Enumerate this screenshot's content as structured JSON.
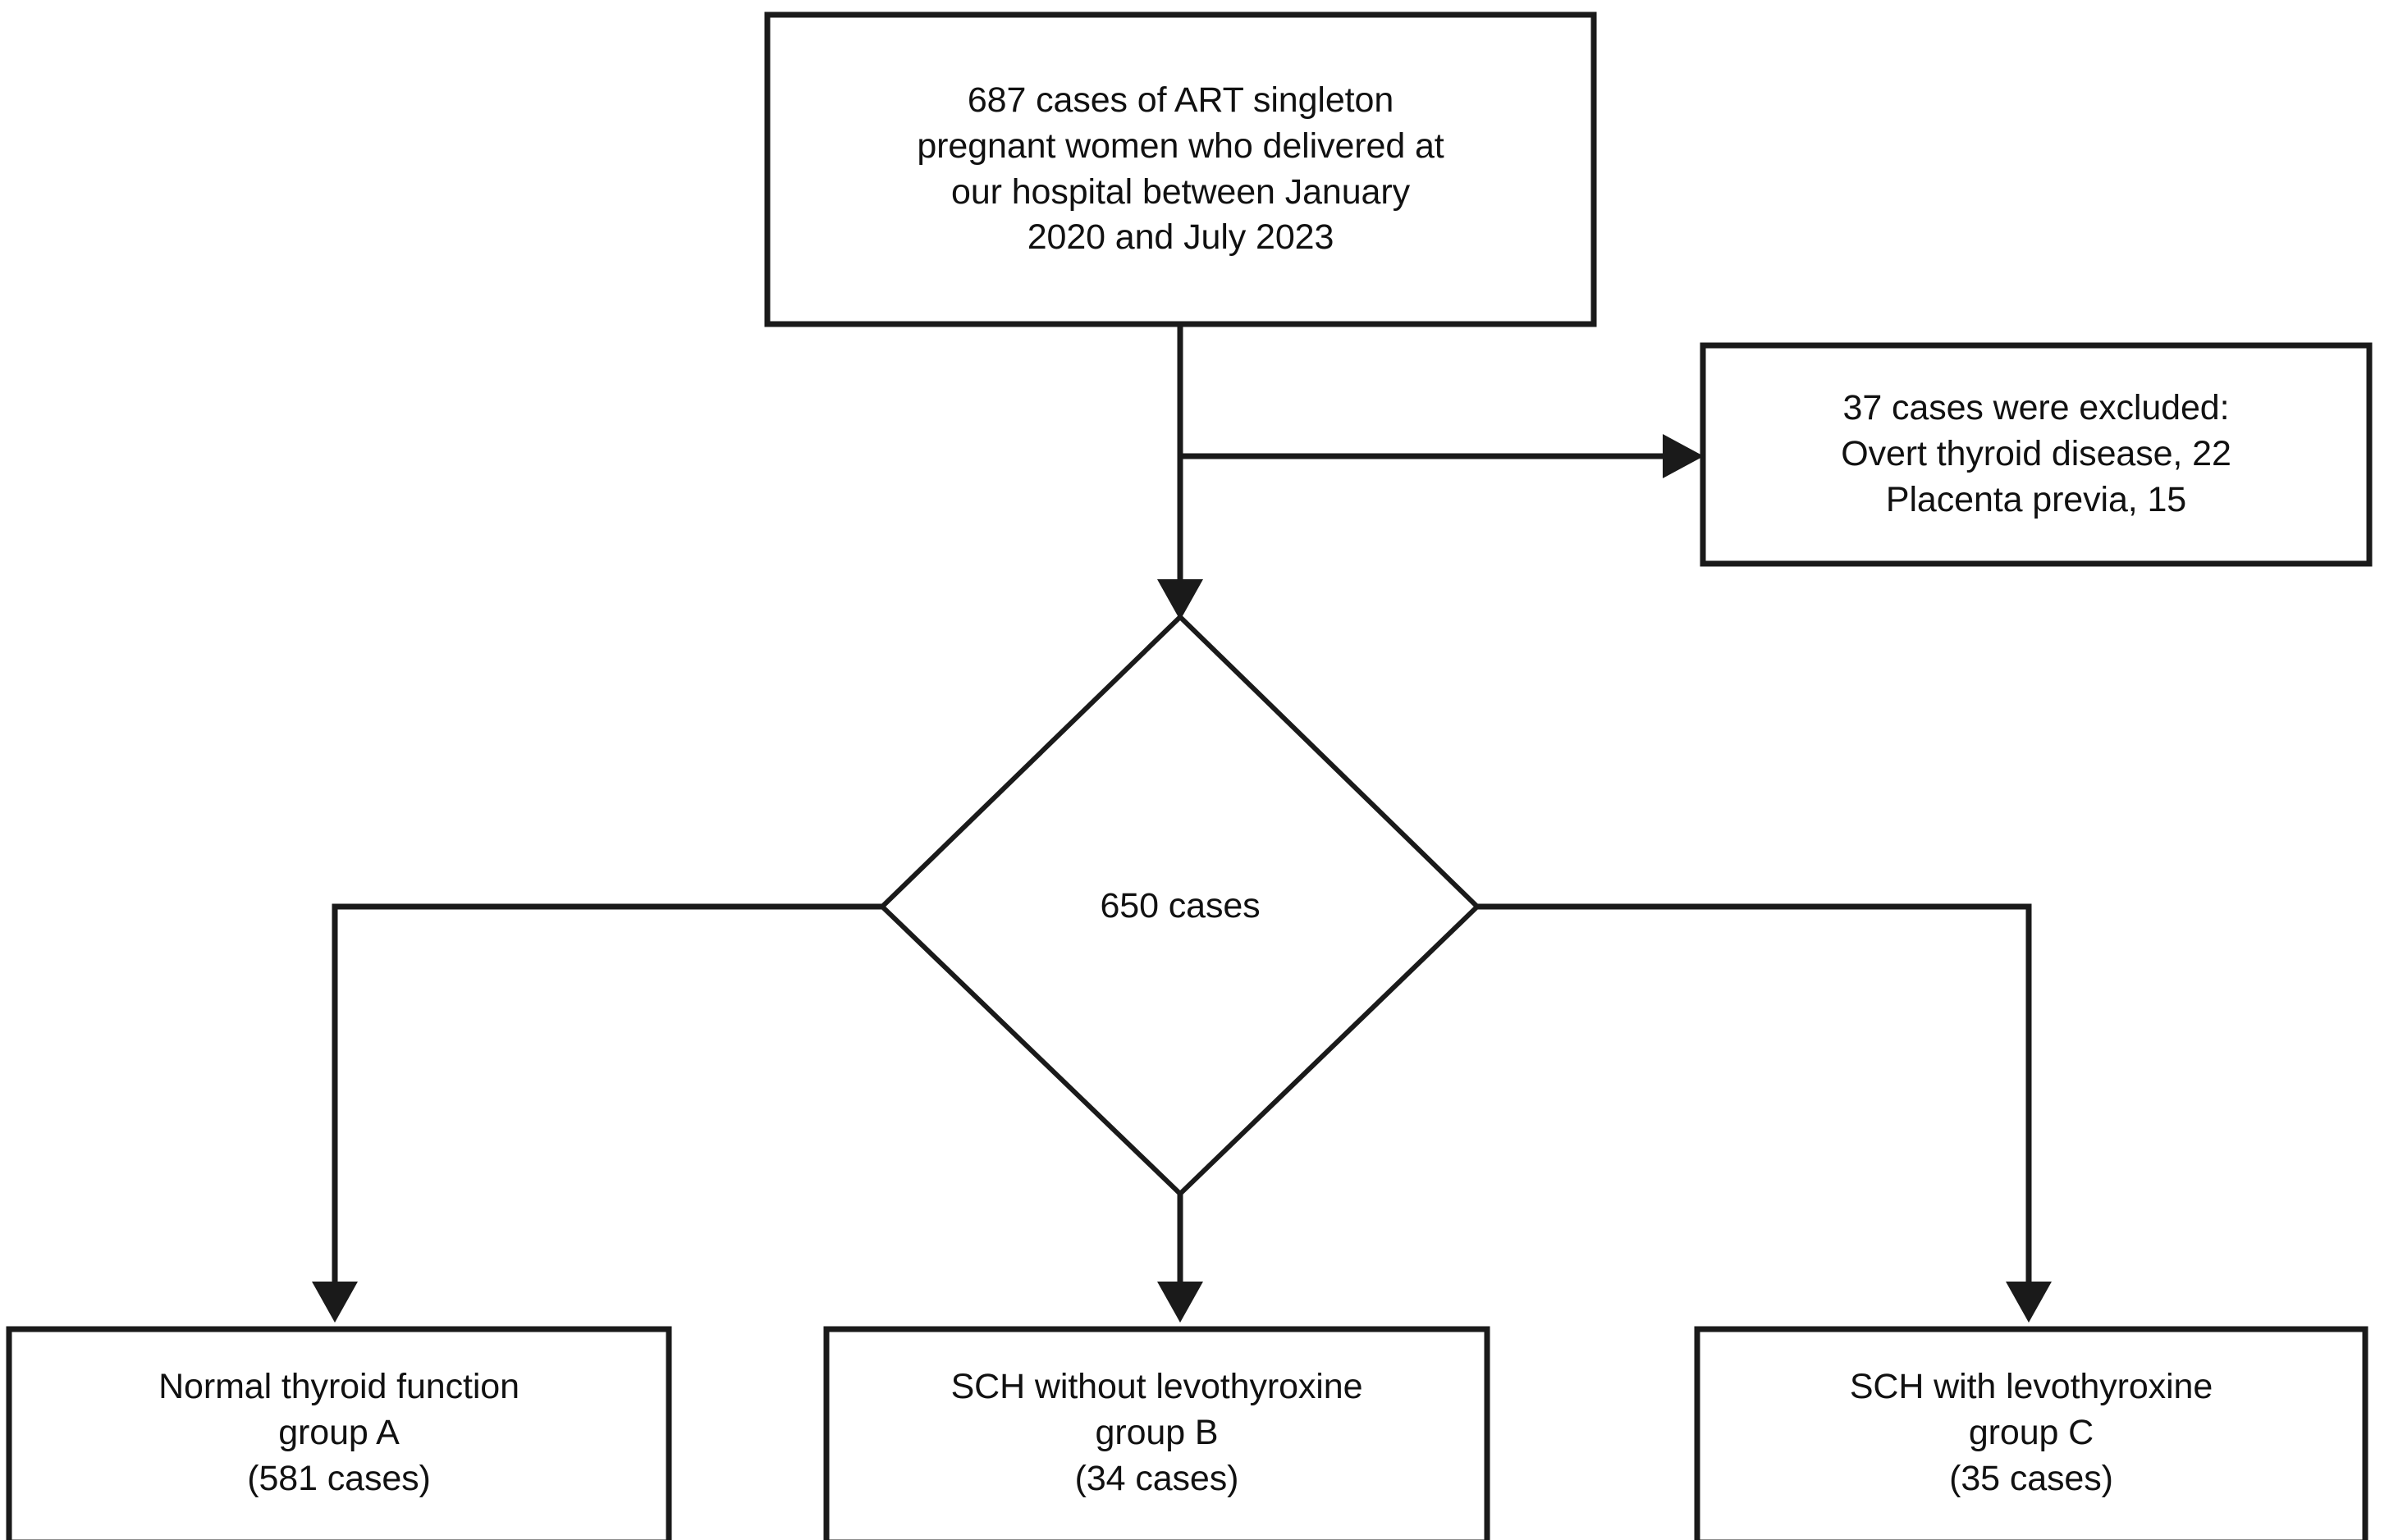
{
  "chart_data": {
    "type": "diagram",
    "diagram_type": "flowchart",
    "title": "Study participant flow diagram",
    "orientation": "top-to-bottom",
    "nodes": [
      {
        "id": "source",
        "shape": "rectangle",
        "lines": [
          "687 cases of ART singleton",
          "pregnant women who delivered at",
          "our hospital between January",
          "2020 and July 2023"
        ],
        "count": 687
      },
      {
        "id": "excluded",
        "shape": "rectangle",
        "lines": [
          "37 cases were excluded:",
          "Overt thyroid disease, 22",
          "Placenta previa, 15"
        ],
        "count": 37
      },
      {
        "id": "eligible",
        "shape": "diamond",
        "lines": [
          "650 cases"
        ],
        "count": 650
      },
      {
        "id": "group-a",
        "shape": "rectangle",
        "lines": [
          "Normal thyroid function",
          "group A",
          "(581 cases)"
        ],
        "count": 581
      },
      {
        "id": "group-b",
        "shape": "rectangle",
        "lines": [
          "SCH without levothyroxine",
          "group B",
          "(34 cases)"
        ],
        "count": 34
      },
      {
        "id": "group-c",
        "shape": "rectangle",
        "lines": [
          "SCH with levothyroxine",
          "group C",
          "(35 cases)"
        ],
        "count": 35
      }
    ],
    "edges": [
      {
        "from": "source",
        "to": "eligible",
        "arrow": true
      },
      {
        "from": "source",
        "to": "excluded",
        "arrow": true
      },
      {
        "from": "eligible",
        "to": "group-a",
        "arrow": true
      },
      {
        "from": "eligible",
        "to": "group-b",
        "arrow": true
      },
      {
        "from": "eligible",
        "to": "group-c",
        "arrow": true
      }
    ],
    "colors": {
      "stroke": "#1a1a1a",
      "fill": "#ffffff",
      "text": "#111111"
    }
  },
  "source_box": {
    "line1": "687 cases of ART singleton",
    "line2": "pregnant women who delivered at",
    "line3": "our hospital between January",
    "line4": "2020 and July 2023"
  },
  "excluded_box": {
    "line1": "37 cases were excluded:",
    "line2": "Overt thyroid disease, 22",
    "line3": "Placenta previa, 15"
  },
  "eligible_diamond": {
    "label": "650 cases"
  },
  "group_a_box": {
    "line1": "Normal thyroid function",
    "line2": "group A",
    "line3": "(581 cases)"
  },
  "group_b_box": {
    "line1": "SCH without levothyroxine",
    "line2": "group B",
    "line3": "(34 cases)"
  },
  "group_c_box": {
    "line1": "SCH with levothyroxine",
    "line2": "group C",
    "line3": "(35 cases)"
  }
}
